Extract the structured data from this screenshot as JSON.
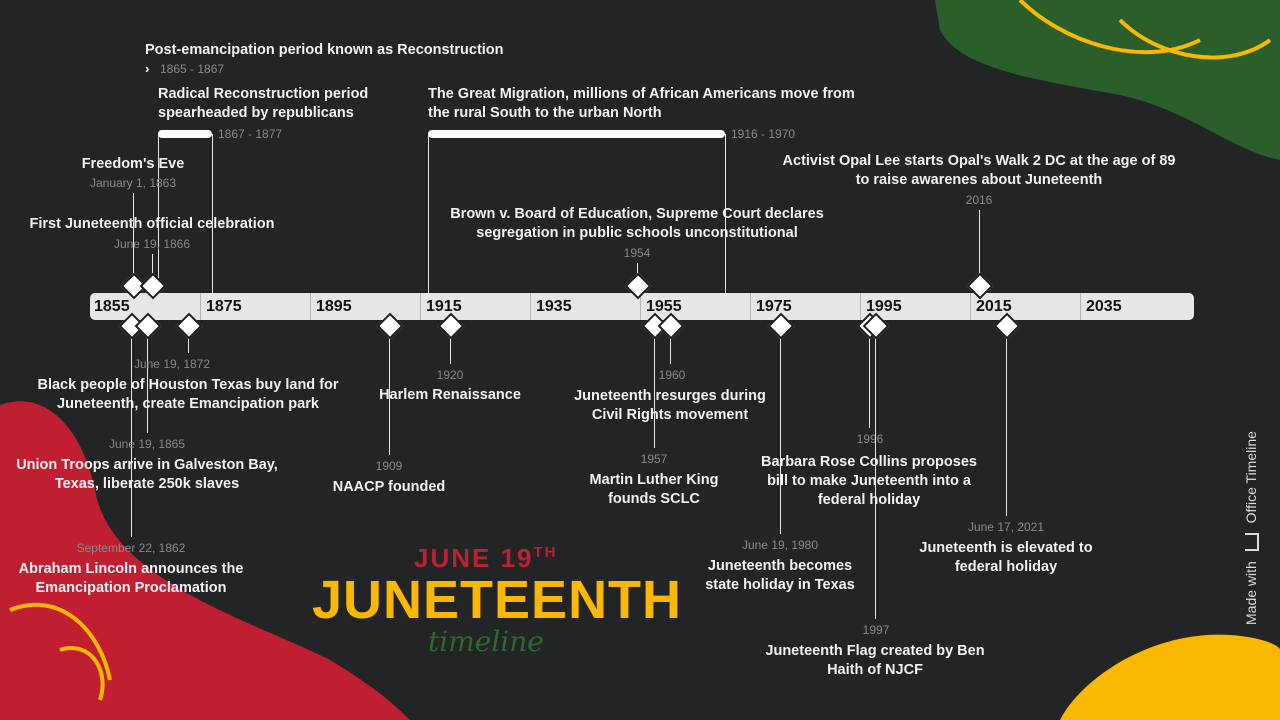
{
  "colors": {
    "background": "#232426",
    "red": "#c01f32",
    "yellow": "#fbb800",
    "green": "#2a5f2b"
  },
  "header": {
    "line1": "JUNE 19",
    "line1_sup": "TH",
    "line2": "JUNETEENTH",
    "line3": "timeline"
  },
  "branding": {
    "made_with": "Made with",
    "product": "Office Timeline",
    "icon": "office-timeline-logo-icon"
  },
  "axis": {
    "ticks": [
      "1855",
      "1875",
      "1895",
      "1915",
      "1935",
      "1955",
      "1975",
      "1995",
      "2015",
      "2035"
    ]
  },
  "ranges": [
    {
      "title": "Post-emancipation period known as Reconstruction",
      "start": "1865",
      "end": "1867"
    },
    {
      "title": "Radical Reconstruction period spearheaded by republicans",
      "start": "1867",
      "end": "1877"
    },
    {
      "title": "The Great Migration, millions of African Americans move from the rural South to the urban North",
      "start": "1916",
      "end": "1970"
    }
  ],
  "milestones": [
    {
      "title": "Freedom's Eve",
      "date": "January 1, 1863"
    },
    {
      "title": "First Juneteenth official celebration",
      "date": "June 19, 1866"
    },
    {
      "title": "Brown v. Board of Education, Supreme Court declares segregation in public schools unconstitutional",
      "date": "1954"
    },
    {
      "title": "Activist Opal Lee starts Opal's Walk 2 DC at the age of 89 to raise awarenes about Juneteenth",
      "date": "2016"
    },
    {
      "title": "Abraham Lincoln announces the Emancipation Proclamation",
      "date": "September 22, 1862"
    },
    {
      "title": "Union Troops arrive in Galveston Bay, Texas, liberate 250k slaves",
      "date": "June 19, 1865"
    },
    {
      "title": "Black people of Houston Texas buy land for Juneteenth, create Emancipation park",
      "date": "June 19, 1872"
    },
    {
      "title": "NAACP founded",
      "date": "1909"
    },
    {
      "title": "Harlem Renaissance",
      "date": "1920"
    },
    {
      "title": "Martin Luther King founds SCLC",
      "date": "1957"
    },
    {
      "title": "Juneteenth resurges during Civil Rights movement",
      "date": "1960"
    },
    {
      "title": "Juneteenth becomes state holiday in Texas",
      "date": "June 19, 1980"
    },
    {
      "title": "Barbara Rose Collins proposes bill to make Juneteenth into a federal holiday",
      "date": "1996"
    },
    {
      "title": "Juneteenth Flag created by Ben Haith of NJCF",
      "date": "1997"
    },
    {
      "title": "Juneteenth is elevated to federal holiday",
      "date": "June 17, 2021"
    }
  ]
}
